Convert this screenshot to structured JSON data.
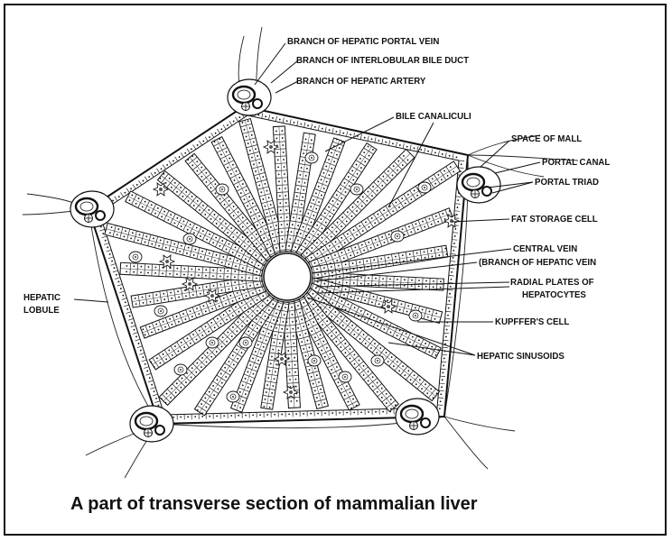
{
  "caption": "A part of transverse section of mammalian liver",
  "labels": {
    "branch_hepatic_portal_vein": "BRANCH OF HEPATIC PORTAL VEIN",
    "branch_interlobular_bile_duct": "BRANCH OF INTERLOBULAR BILE DUCT",
    "branch_hepatic_artery": "BRANCH OF HEPATIC ARTERY",
    "bile_canaliculi": "BILE CANALICULI",
    "space_of_mall": "SPACE OF MALL",
    "portal_canal": "PORTAL CANAL",
    "portal_triad": "PORTAL TRIAD",
    "fat_storage_cell": "FAT STORAGE CELL",
    "central_vein_line1": "CENTRAL VEIN",
    "central_vein_line2": "(BRANCH OF HEPATIC VEIN",
    "radial_plates_line1": "RADIAL PLATES OF",
    "radial_plates_line2": "HEPATOCYTES",
    "kupffer_cell": "KUPFFER'S CELL",
    "hepatic_sinusoids": "HEPATIC SINUSOIDS",
    "hepatic_lobule_line1": "HEPATIC",
    "hepatic_lobule_line2": "LOBULE"
  }
}
